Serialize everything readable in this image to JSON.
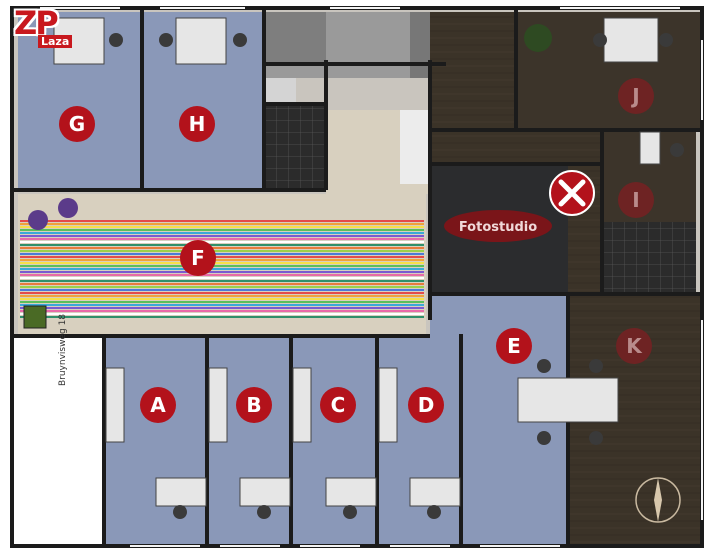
{
  "brand": {
    "logo": "ZP",
    "logo_sub": "Laza"
  },
  "street_name": "Bruynvisweg 18",
  "studio_label": "Fotostudio",
  "rooms": [
    {
      "id": "A",
      "label": "A"
    },
    {
      "id": "B",
      "label": "B"
    },
    {
      "id": "C",
      "label": "C"
    },
    {
      "id": "D",
      "label": "D"
    },
    {
      "id": "E",
      "label": "E"
    },
    {
      "id": "F",
      "label": "F"
    },
    {
      "id": "G",
      "label": "G"
    },
    {
      "id": "H",
      "label": "H"
    },
    {
      "id": "I",
      "label": "I"
    },
    {
      "id": "J",
      "label": "J"
    },
    {
      "id": "K",
      "label": "K"
    }
  ],
  "unavailable_marker_icon": "close-x-icon",
  "colors": {
    "marker_red": "#b3121b",
    "marker_dim": "#6e2323",
    "office_blue": "#8a98b8",
    "dark_room": "#3a3329",
    "hall_beige": "#d8d0bf",
    "wall": "#1b1b1b",
    "studio": "#2b2c2e"
  }
}
